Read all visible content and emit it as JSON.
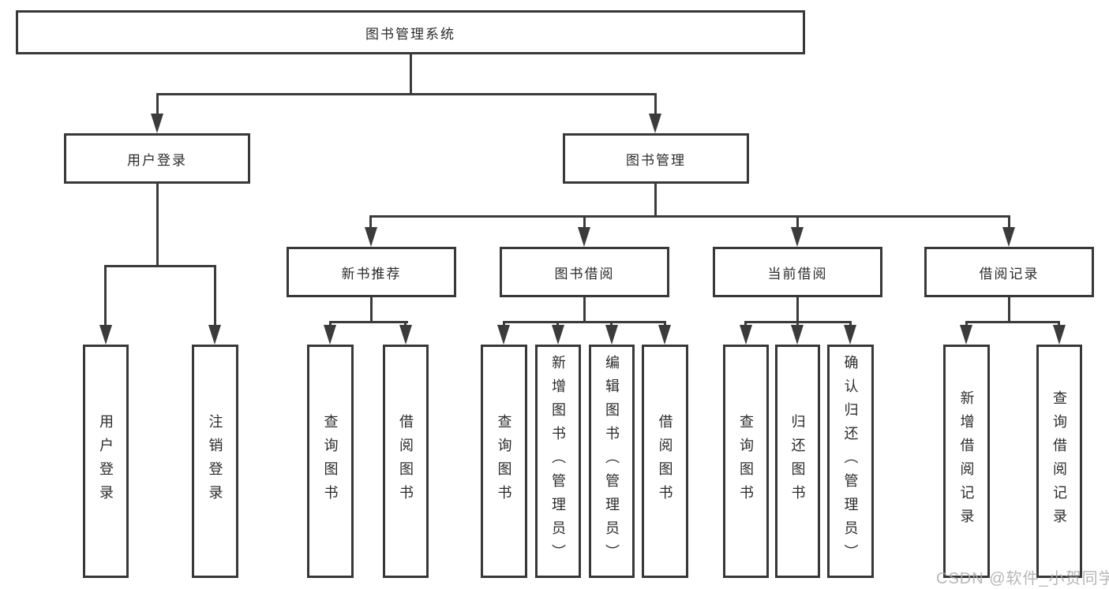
{
  "diagram": {
    "type": "hierarchy-tree",
    "title": "图书管理系统"
  },
  "nodes": {
    "root": {
      "label": "图书管理系统",
      "level": 1
    },
    "user_login": {
      "label": "用户登录",
      "level": 2
    },
    "book_mgmt": {
      "label": "图书管理",
      "level": 2
    },
    "new_book": {
      "label": "新书推荐",
      "level": 3
    },
    "book_borrow": {
      "label": "图书借阅",
      "level": 3
    },
    "cur_borrow": {
      "label": "当前借阅",
      "level": 3
    },
    "borrow_rec": {
      "label": "借阅记录",
      "level": 3
    },
    "leaf_login": {
      "label": "用户登录",
      "level": 4
    },
    "leaf_logout": {
      "label": "注销登录",
      "level": 4
    },
    "leaf_nb_query": {
      "label": "查询图书",
      "level": 4
    },
    "leaf_nb_borrow": {
      "label": "借阅图书",
      "level": 4
    },
    "leaf_bb_query": {
      "label": "查询图书",
      "level": 4
    },
    "leaf_bb_add": {
      "label": "新增图书（管理员）",
      "level": 4
    },
    "leaf_bb_edit": {
      "label": "编辑图书（管理员）",
      "level": 4
    },
    "leaf_bb_borrow": {
      "label": "借阅图书",
      "level": 4
    },
    "leaf_cb_query": {
      "label": "查询图书",
      "level": 4
    },
    "leaf_cb_return": {
      "label": "归还图书",
      "level": 4
    },
    "leaf_cb_confirm": {
      "label": "确认归还（管理员）",
      "level": 4
    },
    "leaf_br_add": {
      "label": "新增借阅记录",
      "level": 4
    },
    "leaf_br_query": {
      "label": "查询借阅记录",
      "level": 4
    }
  },
  "hierarchy": {
    "图书管理系统": [
      "用户登录",
      "图书管理"
    ],
    "用户登录": [
      "用户登录",
      "注销登录"
    ],
    "图书管理": [
      "新书推荐",
      "图书借阅",
      "当前借阅",
      "借阅记录"
    ],
    "新书推荐": [
      "查询图书",
      "借阅图书"
    ],
    "图书借阅": [
      "查询图书",
      "新增图书（管理员）",
      "编辑图书（管理员）",
      "借阅图书"
    ],
    "当前借阅": [
      "查询图书",
      "归还图书",
      "确认归还（管理员）"
    ],
    "借阅记录": [
      "新增借阅记录",
      "查询借阅记录"
    ]
  },
  "watermark": {
    "text": "CSDN @软件_小贺同学",
    "color": "#ababab"
  },
  "colors": {
    "background": "#ffffff",
    "line": "#3b3b3b",
    "box_border": "#383838",
    "box_fill": "#ffffff",
    "text": "#2b2b2b"
  }
}
